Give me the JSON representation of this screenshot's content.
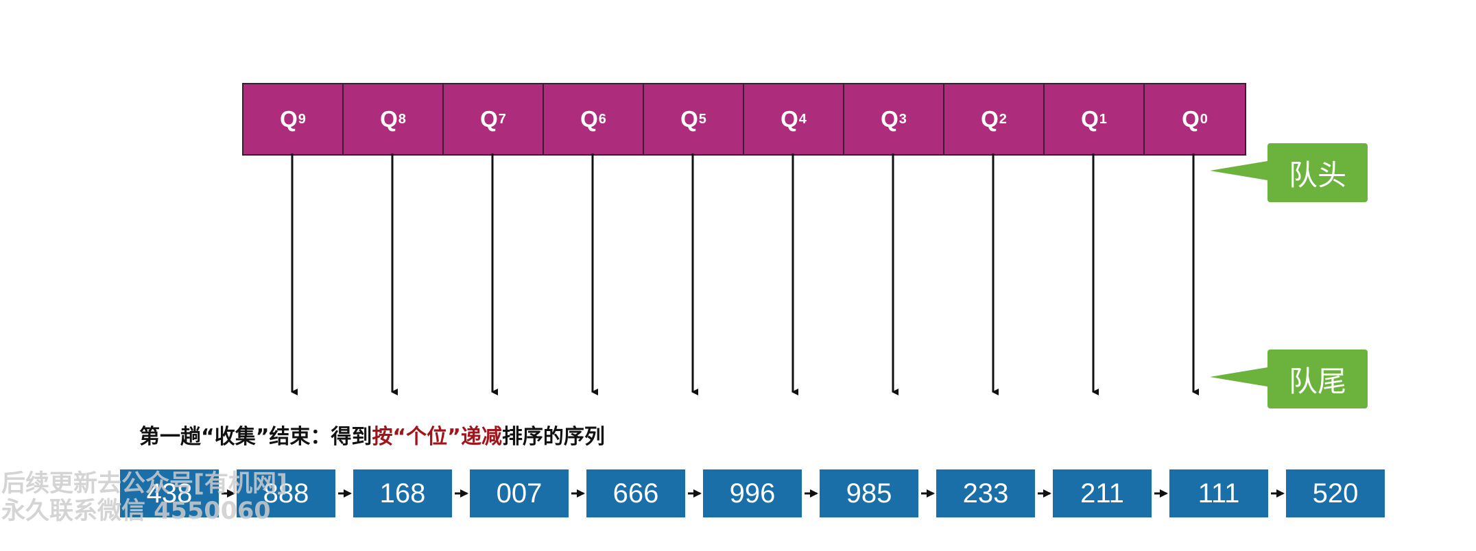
{
  "queues": [
    {
      "letter": "Q",
      "index": "9"
    },
    {
      "letter": "Q",
      "index": "8"
    },
    {
      "letter": "Q",
      "index": "7"
    },
    {
      "letter": "Q",
      "index": "6"
    },
    {
      "letter": "Q",
      "index": "5"
    },
    {
      "letter": "Q",
      "index": "4"
    },
    {
      "letter": "Q",
      "index": "3"
    },
    {
      "letter": "Q",
      "index": "2"
    },
    {
      "letter": "Q",
      "index": "1"
    },
    {
      "letter": "Q",
      "index": "0"
    }
  ],
  "pointers": {
    "head": "队头",
    "tail": "队尾"
  },
  "caption": {
    "part1": "第一趟“收集”结束：得到",
    "highlight1": "按“个位”递减",
    "part2": "排序的序列"
  },
  "sequence": [
    "438",
    "888",
    "168",
    "007",
    "666",
    "996",
    "985",
    "233",
    "211",
    "111",
    "520"
  ],
  "watermark": {
    "line1": "后续更新去公众号[有机网]",
    "line2": "永久联系微信 4550060"
  },
  "colors": {
    "queue_fill": "#ad2c7c",
    "pointer_fill": "#6cb33d",
    "sequence_fill": "#1a6fa8",
    "caption_highlight": "#a3141a"
  }
}
